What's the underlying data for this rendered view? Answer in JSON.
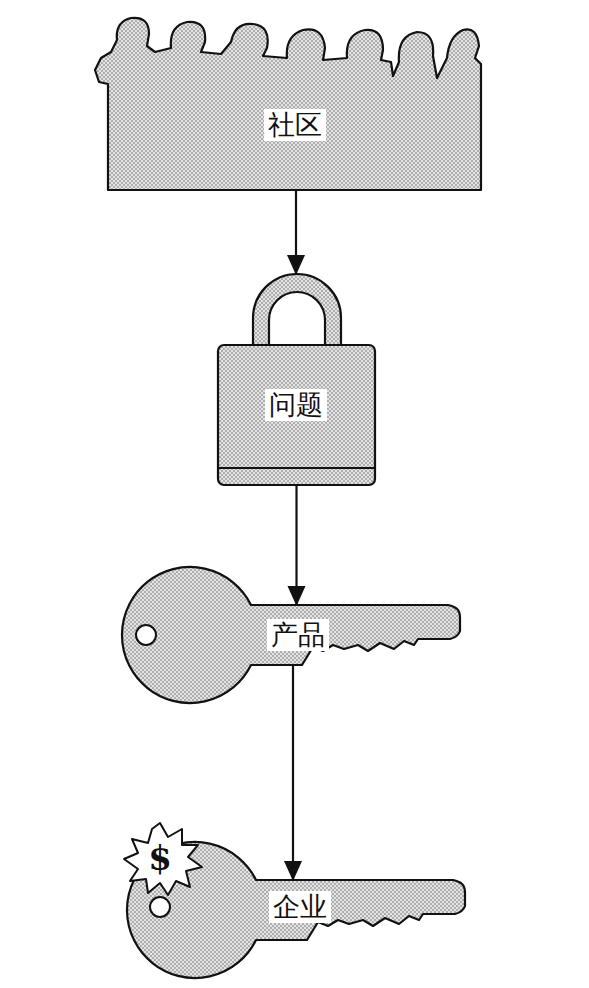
{
  "diagram": {
    "nodes": [
      {
        "text": [
          "社区"
        ]
      },
      {
        "text": [
          "问题"
        ]
      },
      {
        "text": [
          "产品"
        ]
      },
      {
        "text": [
          "企业"
        ]
      }
    ],
    "edges": [
      {
        "from": 0,
        "to": 1,
        "arrow": "to"
      },
      {
        "from": 1,
        "to": 2,
        "arrow": "to"
      },
      {
        "from": 2,
        "to": 3,
        "arrow": "to"
      }
    ],
    "labels": [
      "$"
    ]
  }
}
